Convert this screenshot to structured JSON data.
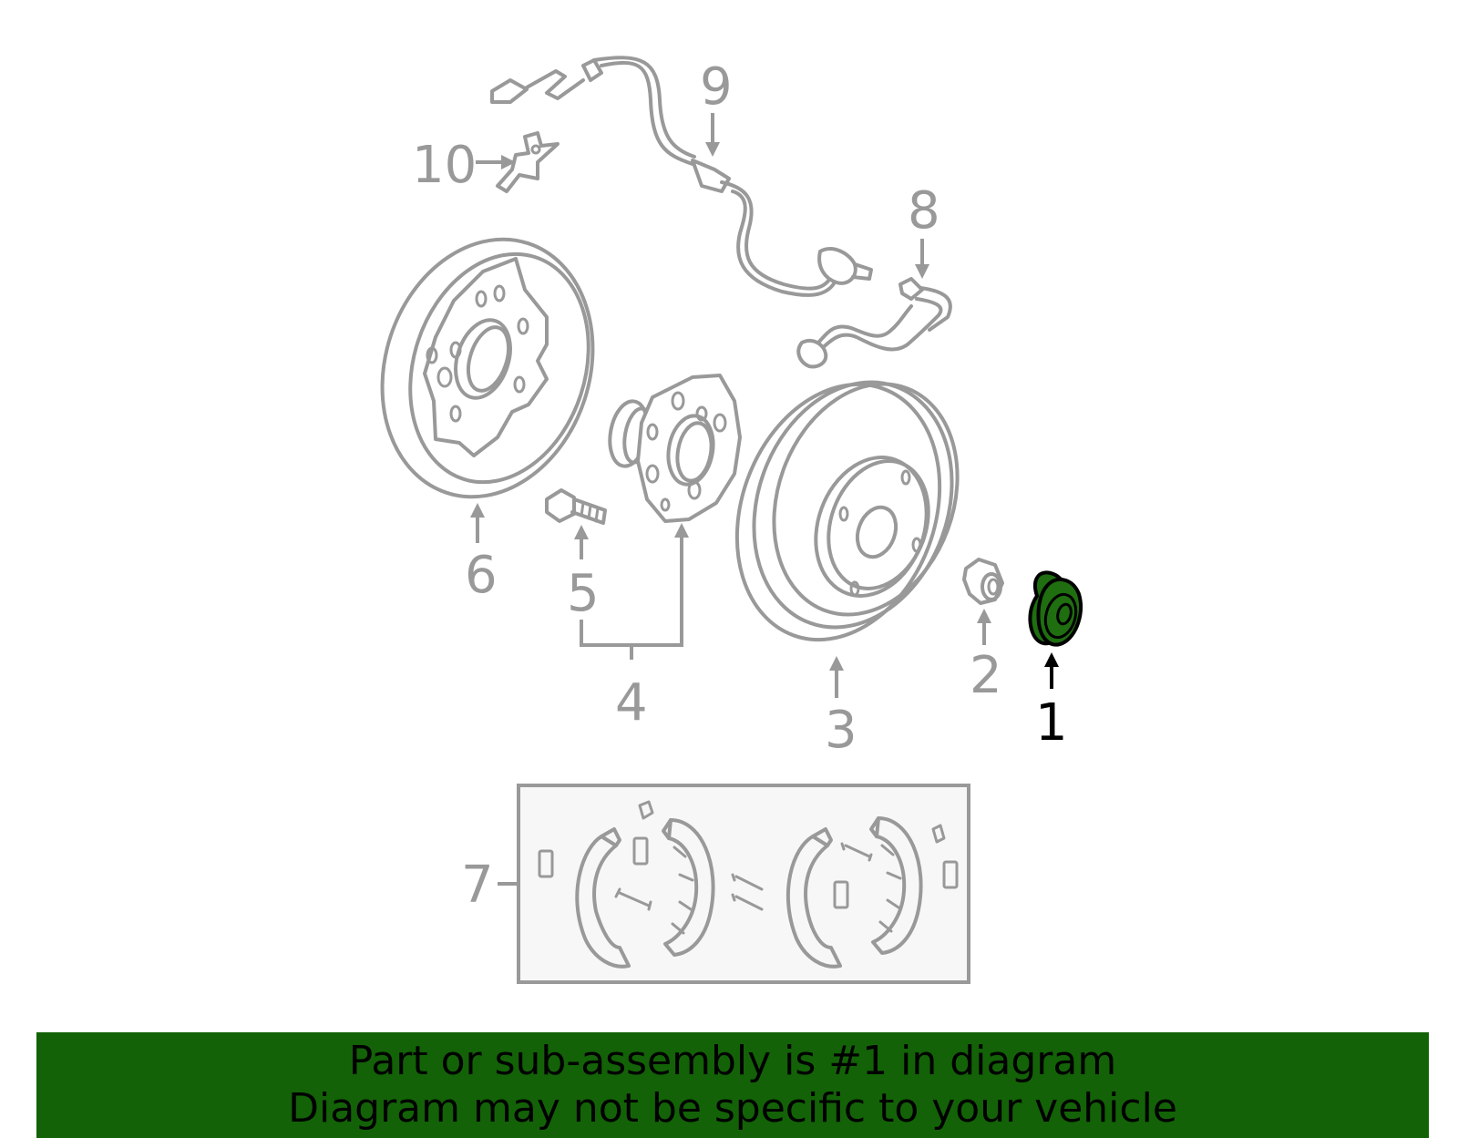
{
  "colors": {
    "accent": "#136207",
    "banner": "#136207",
    "part_stroke": "#999999",
    "highlight_part": "#1f6e10",
    "highlight_label": "#000000"
  },
  "callouts": [
    {
      "id": "1",
      "label": "1",
      "highlighted": true
    },
    {
      "id": "2",
      "label": "2",
      "highlighted": false
    },
    {
      "id": "3",
      "label": "3",
      "highlighted": false
    },
    {
      "id": "4",
      "label": "4",
      "highlighted": false
    },
    {
      "id": "5",
      "label": "5",
      "highlighted": false
    },
    {
      "id": "6",
      "label": "6",
      "highlighted": false
    },
    {
      "id": "7",
      "label": "7",
      "highlighted": false
    },
    {
      "id": "8",
      "label": "8",
      "highlighted": false
    },
    {
      "id": "9",
      "label": "9",
      "highlighted": false
    },
    {
      "id": "10",
      "label": "10",
      "highlighted": false
    }
  ],
  "banner": {
    "line1": "Part or sub-assembly is #1 in diagram",
    "line2": "Diagram may not be specific to your vehicle"
  }
}
